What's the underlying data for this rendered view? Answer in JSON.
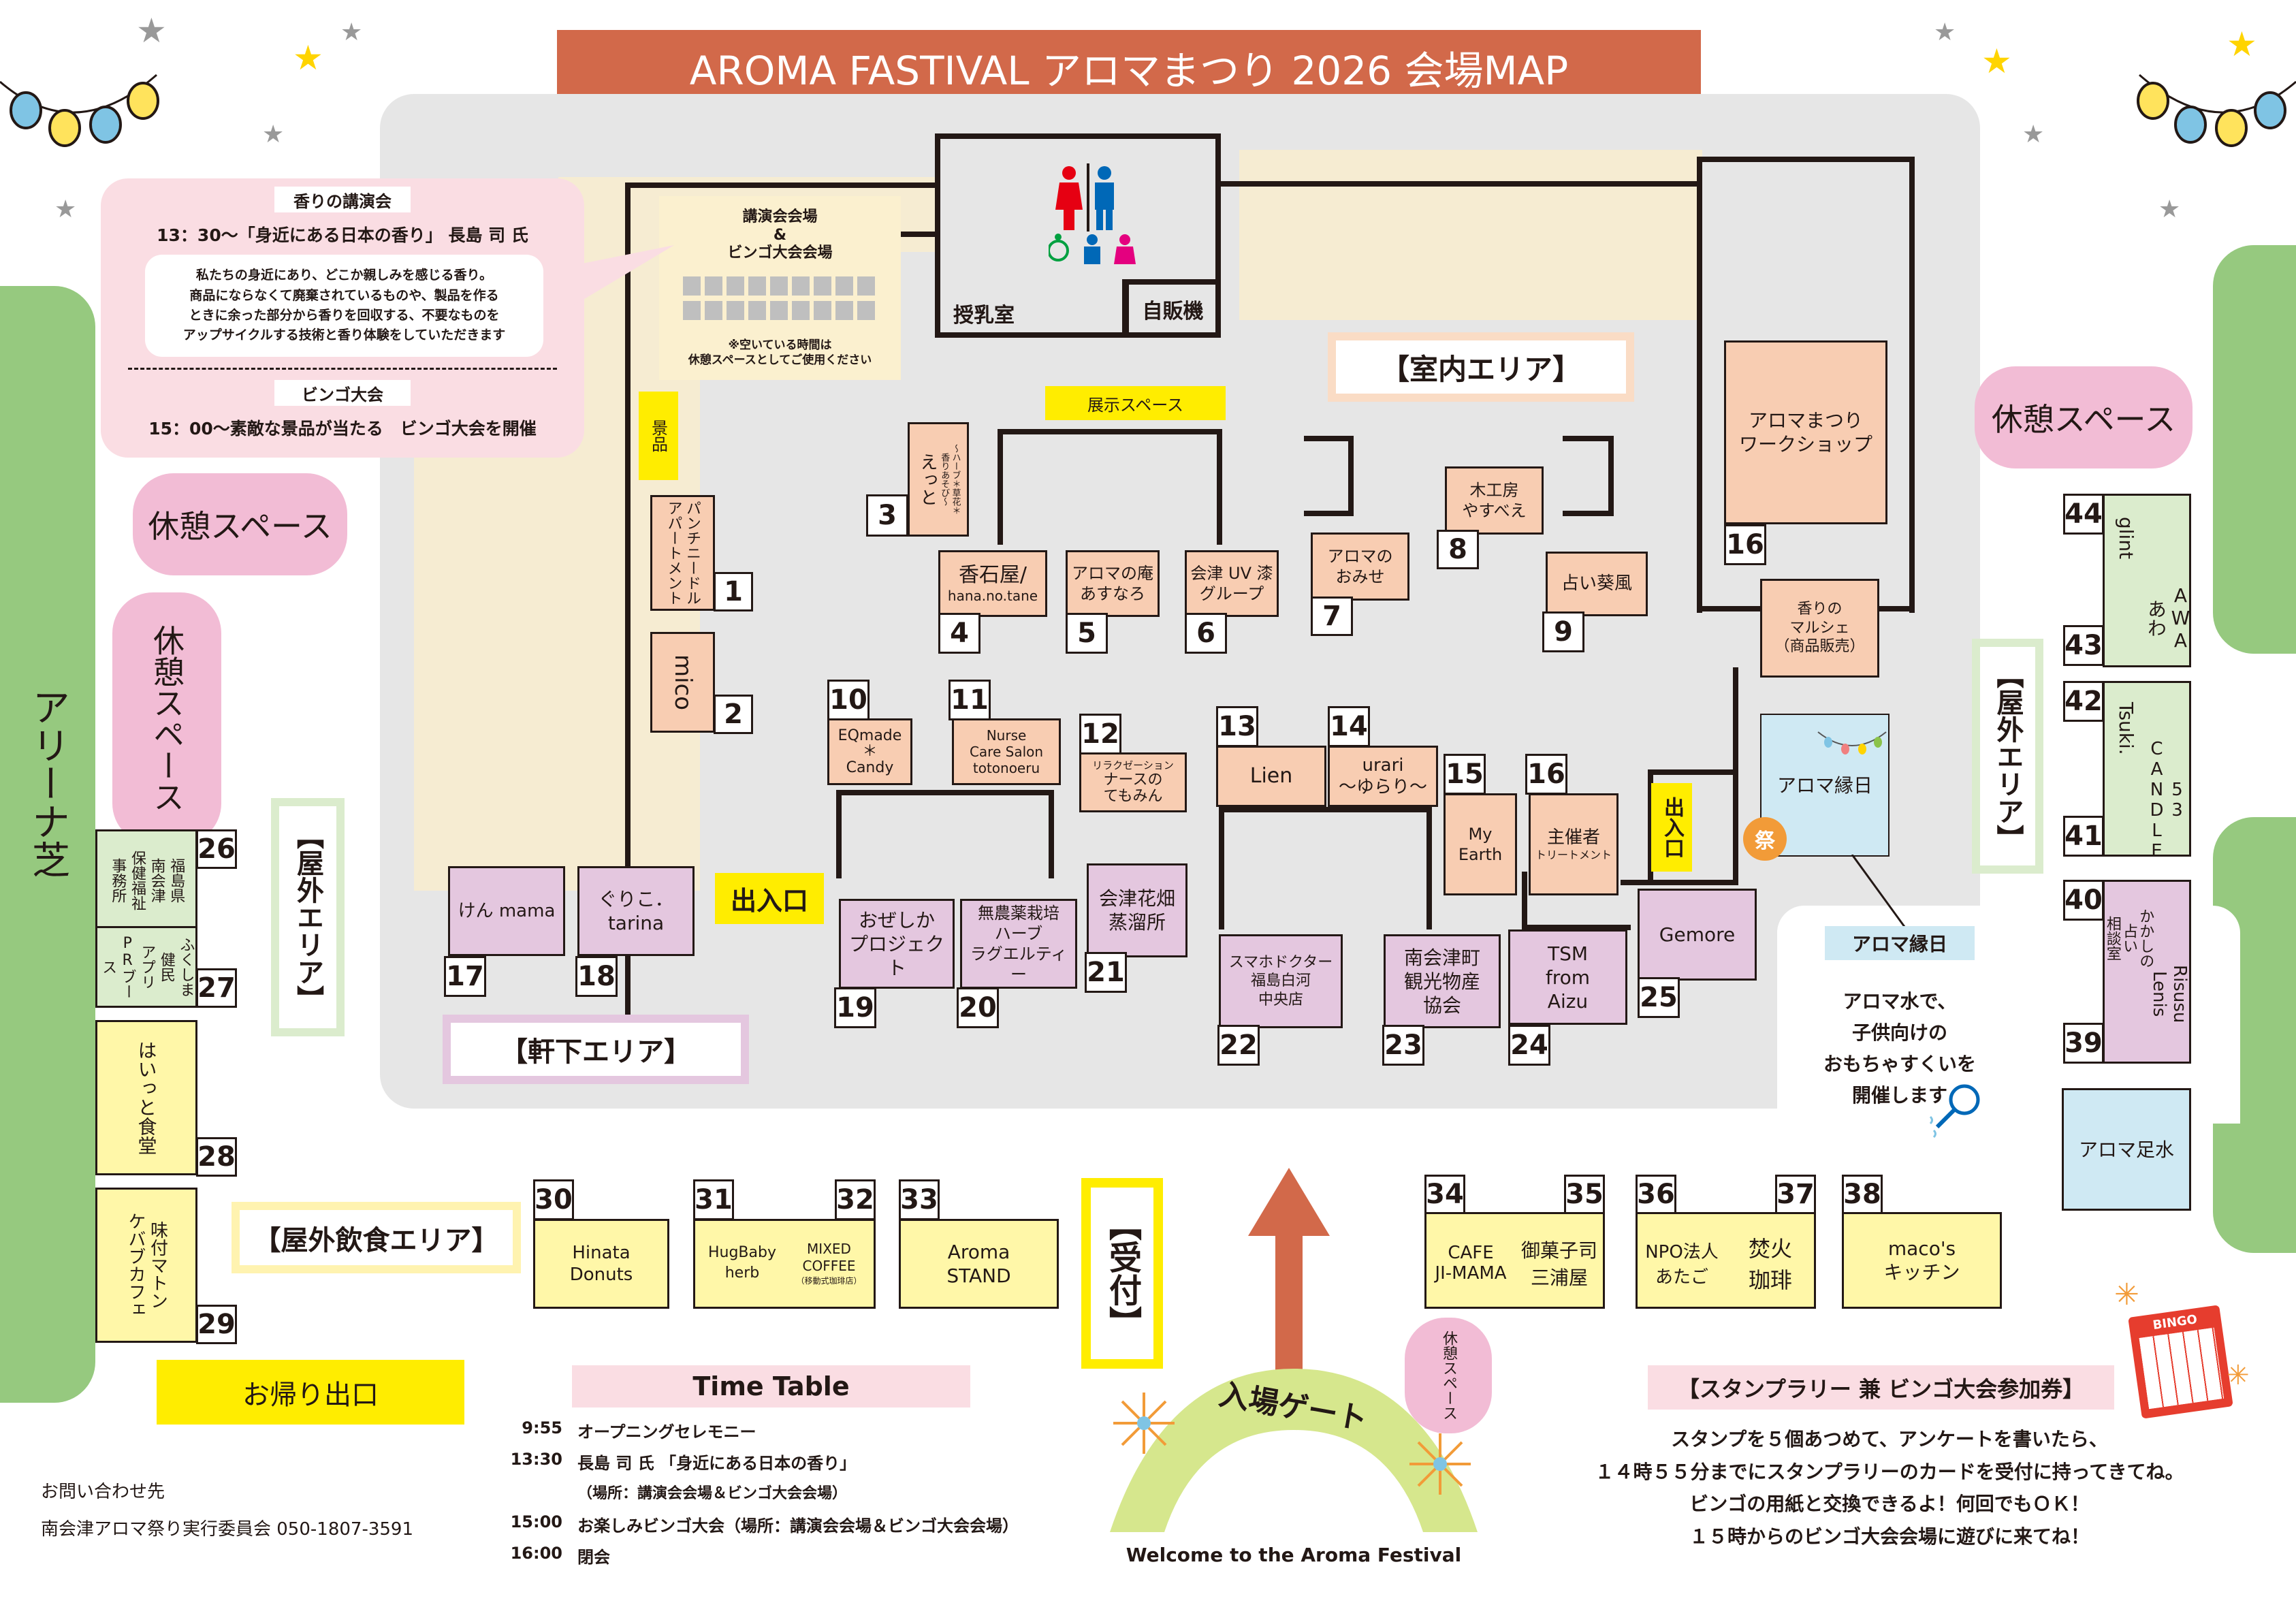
{
  "title": "AROMA FASTIVAL アロマまつり 2026 会場MAP",
  "colors": {
    "title_bg": "#d2694a",
    "indoor_bg": "#e6e6e6",
    "hall_bg": "#f6ecd2",
    "green": "#96c97f",
    "yellow": "#ffed00",
    "pink": "#f2bcd5"
  },
  "lecture": {
    "heading": "香りの講演会",
    "time_title": "13：30～「身近にある日本の香り」 長島 司 氏",
    "desc": "私たちの身近にあり、どこか親しみを感じる香り。\n商品にならなくて廃棄されているものや、製品を作る\nときに余った部分から香りを回収する、不要なものを\nアップサイクルする技術と香り体験をしていただきます",
    "bingo_heading": "ビンゴ大会",
    "bingo_text": "15：00～素敵な景品が当たる　ビンゴ大会を開催"
  },
  "hall": {
    "title": "講演会会場\n&\nビンゴ大会会場",
    "note": "※空いている時間は\n休憩スペースとしてご使用ください"
  },
  "facilities": {
    "nursing": "授乳室",
    "vending": "自販機",
    "prizes": "景品",
    "exhibit": "展示スペース",
    "entrance": "出入口"
  },
  "areas": {
    "indoor": "【室内エリア】",
    "outdoor_left": "【屋外エリア】",
    "outdoor_right": "【屋外エリア】",
    "eaves": "【軒下エリア】",
    "food": "【屋外飲食エリア】",
    "reception": "【受付】",
    "arena": "アリーナ芝",
    "exit": "お帰り出口"
  },
  "rest": {
    "label": "休憩スペース"
  },
  "booths": {
    "b1": {
      "num": "1",
      "name": "パンチニードル\nアパートメント"
    },
    "b2": {
      "num": "2",
      "name": "mico"
    },
    "b3": {
      "num": "3",
      "name": "えっと",
      "sub": "～ハーブ＊草花＊\n香りあそび～"
    },
    "b4": {
      "num": "4",
      "name": "香石屋/",
      "sub": "hana.no.tane"
    },
    "b5": {
      "num": "5",
      "name": "アロマの庵\nあすなろ"
    },
    "b6": {
      "num": "6",
      "name": "会津 UV 漆\nグループ"
    },
    "b7": {
      "num": "7",
      "name": "アロマの\nおみせ"
    },
    "b8": {
      "num": "8",
      "name": "木工房\nやすべえ"
    },
    "b9": {
      "num": "9",
      "name": "占い葵風"
    },
    "b10": {
      "num": "10",
      "name": "EQmade\n＊\nCandy"
    },
    "b11": {
      "num": "11",
      "name": "Nurse\nCare Salon\ntotonoeru"
    },
    "b12": {
      "num": "12",
      "name": "ナースの\nてもみん",
      "sub": "リラクゼーション"
    },
    "b13": {
      "num": "13",
      "name": "Lien"
    },
    "b14": {
      "num": "14",
      "name": "urari\n～ゆらり～"
    },
    "b15": {
      "num": "15",
      "name": "My\nEarth"
    },
    "b16": {
      "num": "16",
      "name": "主催者",
      "sub": "トリートメント"
    },
    "b16ws": {
      "num": "16",
      "name": "アロマまつり\nワークショップ"
    },
    "marche": {
      "name": "香りの\nマルシェ\n（商品販売）"
    },
    "b17": {
      "num": "17",
      "name": "けん mama"
    },
    "b18": {
      "num": "18",
      "name": "ぐりこ．\ntarina"
    },
    "b19": {
      "num": "19",
      "name": "おぜしか\nプロジェクト"
    },
    "b20": {
      "num": "20",
      "name": "無農薬栽培\nハーブ\nラグエルティー"
    },
    "b21": {
      "num": "21",
      "name": "会津花畑\n蒸溜所"
    },
    "b22": {
      "num": "22",
      "name": "スマホドクター\n福島白河\n中央店"
    },
    "b23": {
      "num": "23",
      "name": "南会津町\n観光物産\n協会"
    },
    "b24": {
      "num": "24",
      "name": "TSM\nfrom\nAizu"
    },
    "b25": {
      "num": "25",
      "name": "Gemore"
    },
    "b26": {
      "num": "26",
      "name": "福島県\n南会津\n保健福祉\n事務所"
    },
    "b27": {
      "num": "27",
      "name": "ふくしま\n健民\nアプリ\nPRブース"
    },
    "b28": {
      "num": "28",
      "name": "はいっと食堂"
    },
    "b29": {
      "num": "29",
      "name": "味付マトン\nケバブカフェ"
    },
    "b30": {
      "num": "30",
      "name": "Hinata\nDonuts"
    },
    "b31": {
      "num": "31",
      "name": "HugBaby\nherb"
    },
    "b32": {
      "num": "32",
      "name": "MIXED\nCOFFEE",
      "sub": "（移動式珈琲店）"
    },
    "b33": {
      "num": "33",
      "name": "Aroma\nSTAND"
    },
    "b34": {
      "num": "34",
      "name": "CAFE\nJI-MAMA"
    },
    "b35": {
      "num": "35",
      "name": "御菓子司\n三浦屋"
    },
    "b36": {
      "num": "36",
      "name": "NPO法人\nあたご"
    },
    "b37": {
      "num": "37",
      "name": "焚火\n珈琲"
    },
    "b38": {
      "num": "38",
      "name": "maco's\nキッチン"
    },
    "b39": {
      "num": "39",
      "name": "Risusu\nLenis"
    },
    "b40": {
      "num": "40",
      "name": "かかしの\n占い\n相談室"
    },
    "b41": {
      "num": "41",
      "name": "53\nCANDLE"
    },
    "b42": {
      "num": "42",
      "name": "Tsuki."
    },
    "b43": {
      "num": "43",
      "name": "AWA\nあわ"
    },
    "b44": {
      "num": "44",
      "name": "glint"
    },
    "footbath": {
      "name": "アロマ足水"
    },
    "ennichi": {
      "name": "アロマ縁日",
      "fest": "祭"
    }
  },
  "ennichi_info": {
    "heading": "アロマ縁日",
    "text": "アロマ水で、\n子供向けの\nおもちゃすくいを\n開催します"
  },
  "gate": {
    "label": "入場ゲート",
    "welcome": "Welcome to the Aroma Festival"
  },
  "timetable": {
    "heading": "Time Table",
    "rows": [
      {
        "time": "9:55",
        "text": "オープニングセレモニー"
      },
      {
        "time": "13:30",
        "text": "長島 司 氏 「身近にある日本の香り」"
      },
      {
        "time": "",
        "text": "（場所：講演会会場＆ビンゴ大会会場）"
      },
      {
        "time": "15:00",
        "text": "お楽しみビンゴ大会（場所：講演会会場＆ビンゴ大会会場）"
      },
      {
        "time": "16:00",
        "text": "閉会"
      }
    ]
  },
  "contact": {
    "label": "お問い合わせ先",
    "org": "南会津アロマ祭り実行委員会 050-1807-3591"
  },
  "stamp": {
    "heading": "【スタンプラリー 兼 ビンゴ大会参加券】",
    "lines": [
      "スタンプを５個あつめて、アンケートを書いたら、",
      "１４時５５分までにスタンプラリーのカードを受付に持ってきてね。",
      "ビンゴの用紙と交換できるよ！何回でもＯＫ！",
      "１５時からのビンゴ大会会場に遊びに来てね！"
    ],
    "bingo": "BINGO"
  }
}
